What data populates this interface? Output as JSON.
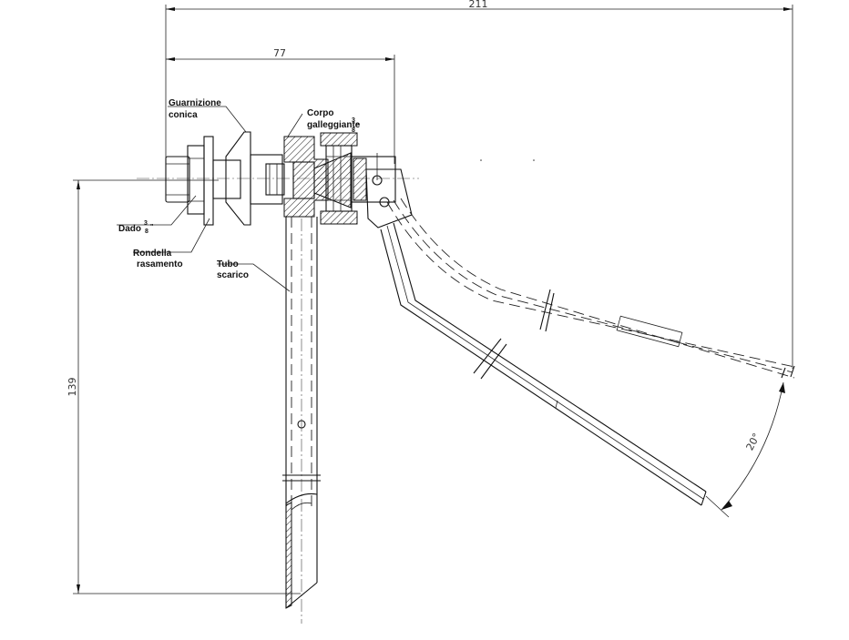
{
  "dimensions": {
    "overall_width": "211",
    "body_length": "77",
    "drop_height": "139",
    "lever_angle": "20°"
  },
  "labels": {
    "gasket": [
      "Guarnizione",
      "conica"
    ],
    "body": [
      "Corpo",
      "galleggiante"
    ],
    "body_thread": {
      "num": "3",
      "den": "8",
      "unit": "\""
    },
    "nut": "Dado",
    "nut_thread": {
      "num": "3",
      "den": "8",
      "unit": "\""
    },
    "washer": [
      "Rondella",
      "rasamento"
    ],
    "drain_tube": [
      "Tubo",
      "scarico"
    ]
  }
}
